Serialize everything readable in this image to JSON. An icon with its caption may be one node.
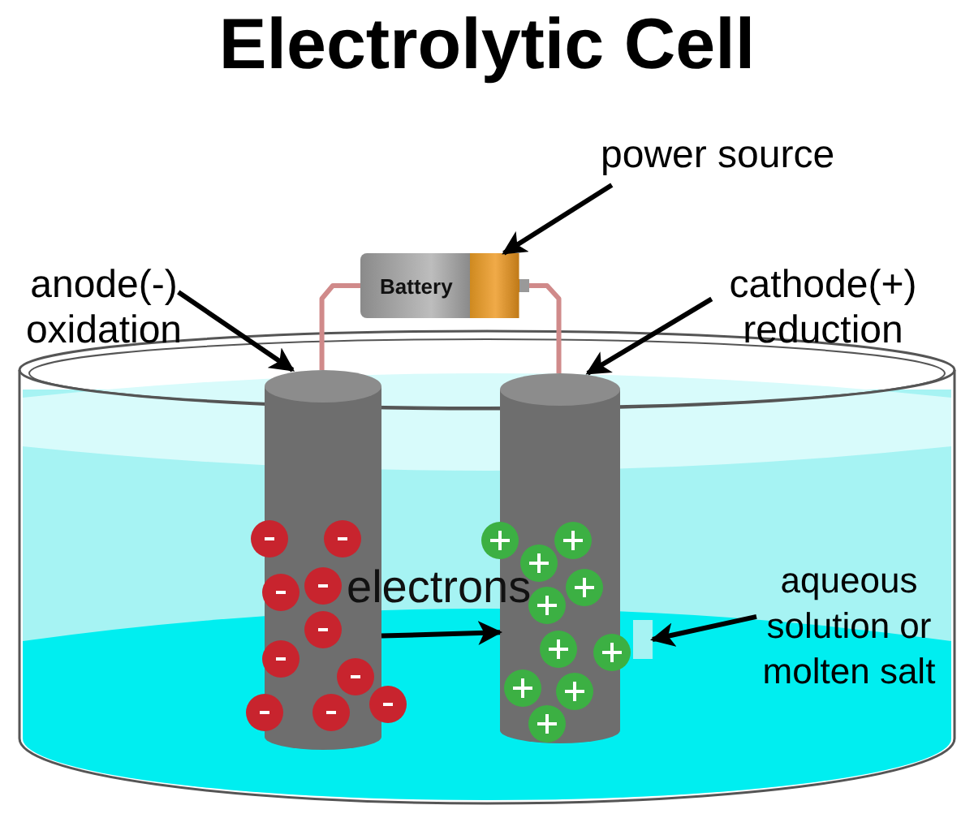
{
  "diagram": {
    "title": "Electrolytic Cell",
    "nodes": [
      {
        "text": [
          "power source"
        ]
      },
      {
        "text": [
          "Battery"
        ]
      },
      {
        "text": [
          "anode(-) oxidation"
        ]
      },
      {
        "text": [],
        "shape": "cylinder"
      },
      {
        "text": [
          "cathode(+) reduction"
        ]
      },
      {
        "text": [],
        "shape": "cylinder"
      },
      {
        "text": [
          "aqueous solution or molten salt"
        ]
      },
      {
        "text": [],
        "shape": "box"
      }
    ],
    "edges": [
      {
        "from": 0,
        "to": 1,
        "arrow": "to"
      },
      {
        "from": 1,
        "to": 3,
        "arrow": "none",
        "color": "#d08a8a"
      },
      {
        "from": 1,
        "to": 5,
        "arrow": "none",
        "color": "#d08a8a"
      },
      {
        "from": 2,
        "to": 3,
        "arrow": "to"
      },
      {
        "from": 4,
        "to": 5,
        "arrow": "to"
      },
      {
        "from": 3,
        "to": 5,
        "arrow": "to",
        "label": "electrons"
      },
      {
        "from": 6,
        "to": 7,
        "arrow": "to"
      }
    ]
  }
}
